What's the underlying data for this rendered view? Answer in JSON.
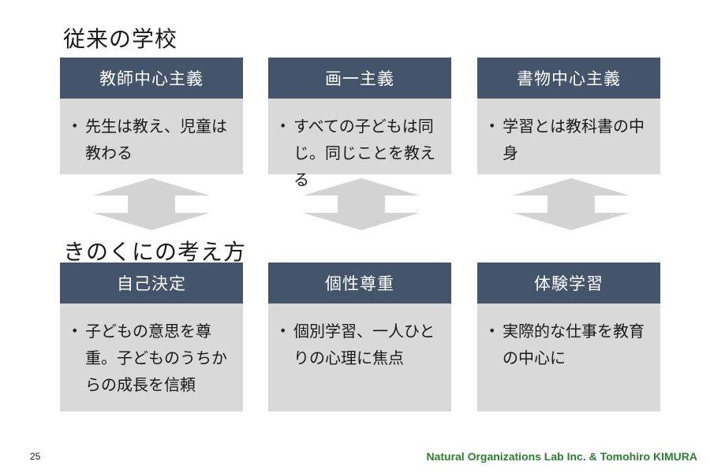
{
  "slide": {
    "heading_top": "従来の学校",
    "heading_bottom": "きのくにの考え方",
    "page_number": "25",
    "footer": "Natural Organizations Lab Inc. & Tomohiro KIMURA"
  },
  "bullet_symbol": "•",
  "top_cards": [
    {
      "title": "教師中心主義",
      "text": "先生は教え、児童は教わる"
    },
    {
      "title": "画一主義",
      "text": "すべての子どもは同じ。同じことを教える"
    },
    {
      "title": "書物中心主義",
      "text": "学習とは教科書の中身"
    }
  ],
  "bottom_cards": [
    {
      "title": "自己決定",
      "text": "子どもの意思を尊重。子どものうちからの成長を信頼"
    },
    {
      "title": "個性尊重",
      "text": "個別学習、一人ひとりの心理に焦点"
    },
    {
      "title": "体験学習",
      "text": "実際的な仕事を教育の中心に"
    }
  ],
  "colors": {
    "card_header": "#44546a",
    "card_body": "#d9d9d9",
    "arrow": "#d3d3d3",
    "footer_text": "#2e7d32"
  },
  "icons": {
    "arrow": "double-arrow-up-down-icon"
  }
}
